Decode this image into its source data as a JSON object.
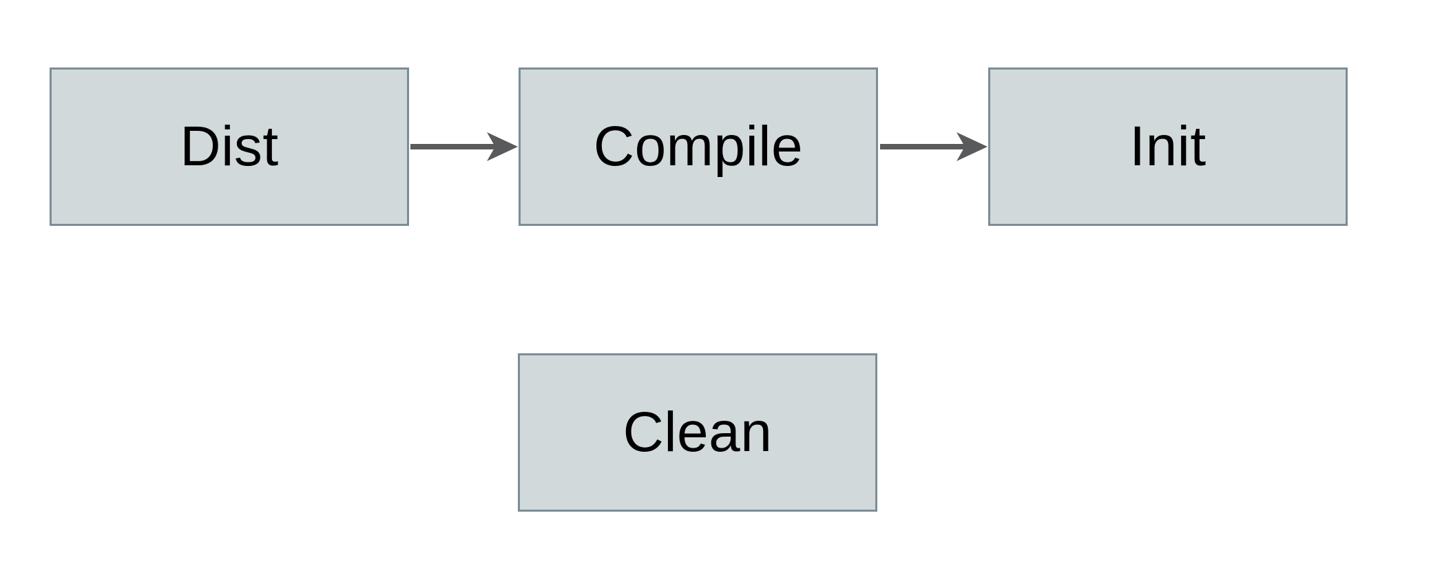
{
  "colors": {
    "background": "#ffffff",
    "node_fill": "#d2d9db",
    "node_border": "#7b8d96",
    "arrow": "#595a5b",
    "text": "#000000"
  },
  "diagram": {
    "type": "flowchart",
    "nodes": [
      {
        "id": "dist",
        "label": "Dist"
      },
      {
        "id": "compile",
        "label": "Compile"
      },
      {
        "id": "init",
        "label": "Init"
      },
      {
        "id": "clean",
        "label": "Clean"
      }
    ],
    "edges": [
      {
        "from": "dist",
        "to": "compile",
        "direction": "right"
      },
      {
        "from": "compile",
        "to": "init",
        "direction": "right"
      }
    ]
  }
}
